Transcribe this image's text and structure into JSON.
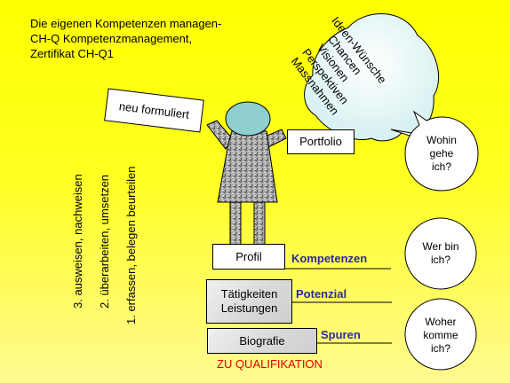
{
  "title_lines": [
    "Die eigenen Kompetenzen managen-",
    "CH-Q Kompetenzmanagement,",
    "Zertifikat CH-Q1"
  ],
  "boxes": {
    "neu_formuliert": "neu formuliert",
    "portfolio": "Portfolio",
    "profil": "Profil",
    "taetigkeiten": "Tätigkeiten",
    "leistungen": "Leistungen",
    "biografie": "Biografie"
  },
  "labels": {
    "kompetenzen": "Kompetenzen",
    "potenzial": "Potenzial",
    "spuren": "Spuren",
    "zu_qualifikation": "ZU QUALIFIKATION"
  },
  "steps": [
    "3. ausweisen, nachweisen",
    "2. überarbeiten, umsetzen",
    "1. erfassen, belegen beurteilen"
  ],
  "thought_bubble": [
    "Ideen-Wünsche",
    "Chancen",
    "Visionen",
    "Perspektiven",
    "Massnahmen"
  ],
  "questions": {
    "wohin": [
      "Wohin",
      "gehe",
      "ich?"
    ],
    "werbin": [
      "Wer bin",
      "ich?"
    ],
    "woher": [
      "Woher",
      "komme",
      "ich?"
    ]
  },
  "colors": {
    "background": "#ffff00",
    "blue_label": "#2b2b9a",
    "red_label": "#e00000",
    "head": "#8fcfd0",
    "body_grey": "#9a9a9a"
  }
}
